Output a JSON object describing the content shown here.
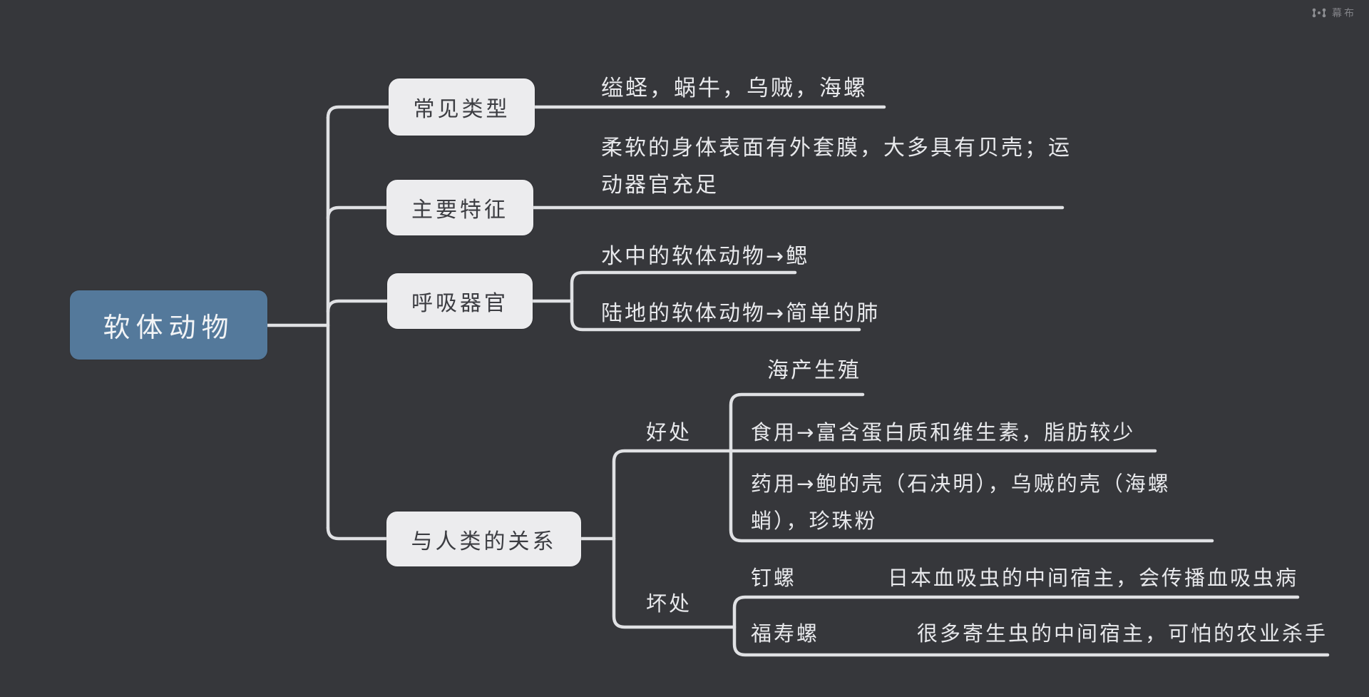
{
  "brand": {
    "name": "幕布"
  },
  "colors": {
    "background": "#36373b",
    "root_fill": "#54799b",
    "node_fill": "#ececee",
    "node_text": "#3c3d42",
    "line": "#e0e1e4",
    "leaf_text": "#e8e9ec",
    "brand_text": "#8f9095"
  },
  "mindmap": {
    "root": {
      "label": "软体动物"
    },
    "branches": [
      {
        "label": "常见类型",
        "children": [
          {
            "text": "缢蛏，蜗牛，乌贼，海螺"
          }
        ]
      },
      {
        "label": "主要特征",
        "children": [
          {
            "text": "柔软的身体表面有外套膜，大多具有贝壳；运动器官充足"
          }
        ]
      },
      {
        "label": "呼吸器官",
        "children": [
          {
            "text": "水中的软体动物→鳃"
          },
          {
            "text": "陆地的软体动物→简单的肺"
          }
        ]
      },
      {
        "label": "与人类的关系",
        "children": [
          {
            "label": "好处",
            "children": [
              {
                "text": "海产生殖"
              },
              {
                "text": "食用→富含蛋白质和维生素，脂肪较少"
              },
              {
                "text": "药用→鲍的壳（石决明），乌贼的壳（海螺蛸），珍珠粉"
              }
            ]
          },
          {
            "label": "坏处",
            "children": [
              {
                "name": "钉螺",
                "note": "日本血吸虫的中间宿主，会传播血吸虫病"
              },
              {
                "name": "福寿螺",
                "note": "很多寄生虫的中间宿主，可怕的农业杀手"
              }
            ]
          }
        ]
      }
    ]
  }
}
